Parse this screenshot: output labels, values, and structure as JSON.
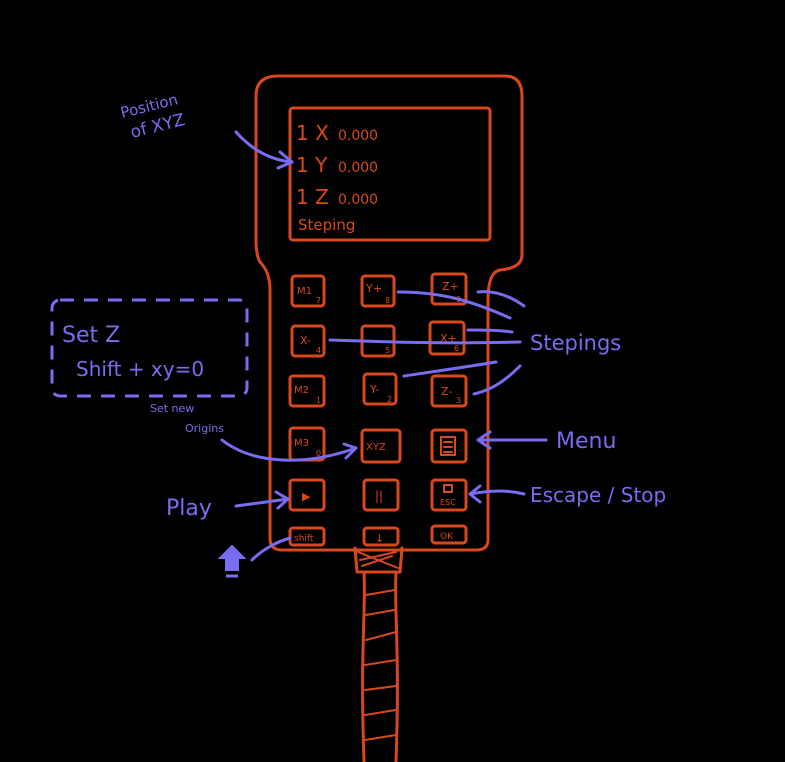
{
  "colors": {
    "background": "#000000",
    "device": "#d9481c",
    "annotation": "#7a6cf0"
  },
  "screen": {
    "lines": [
      {
        "axis": "1 X",
        "value": "0.000"
      },
      {
        "axis": "1 Y",
        "value": "0.000"
      },
      {
        "axis": "1 Z",
        "value": "0.000"
      }
    ],
    "status": "Steping"
  },
  "keys": {
    "r1": [
      "M1",
      "Y+",
      "Z+"
    ],
    "r1_sub": [
      "7",
      "8",
      "9"
    ],
    "r2": [
      "X-",
      "",
      "X+"
    ],
    "r2_sub": [
      "4",
      "5",
      "6"
    ],
    "r3": [
      "M2",
      "Y-",
      "Z-"
    ],
    "r3_sub": [
      "1",
      "2",
      "3"
    ],
    "r4": [
      "M3",
      "XYZ",
      ""
    ],
    "r4_sub": [
      "0",
      "",
      ""
    ],
    "r5": [
      "▶",
      "||",
      ""
    ],
    "r5_sub": [
      "",
      "",
      "ESC"
    ],
    "r6": [
      "shift",
      "↓",
      "OK"
    ]
  },
  "annotations": {
    "position": [
      "Position",
      "of XYZ"
    ],
    "set_z": [
      "Set Z",
      "Shift + xy=0"
    ],
    "set_new_origins": [
      "Set new",
      "Origins"
    ],
    "play": "Play",
    "stepings": "Stepings",
    "menu": "Menu",
    "escape": "Escape / Stop"
  }
}
